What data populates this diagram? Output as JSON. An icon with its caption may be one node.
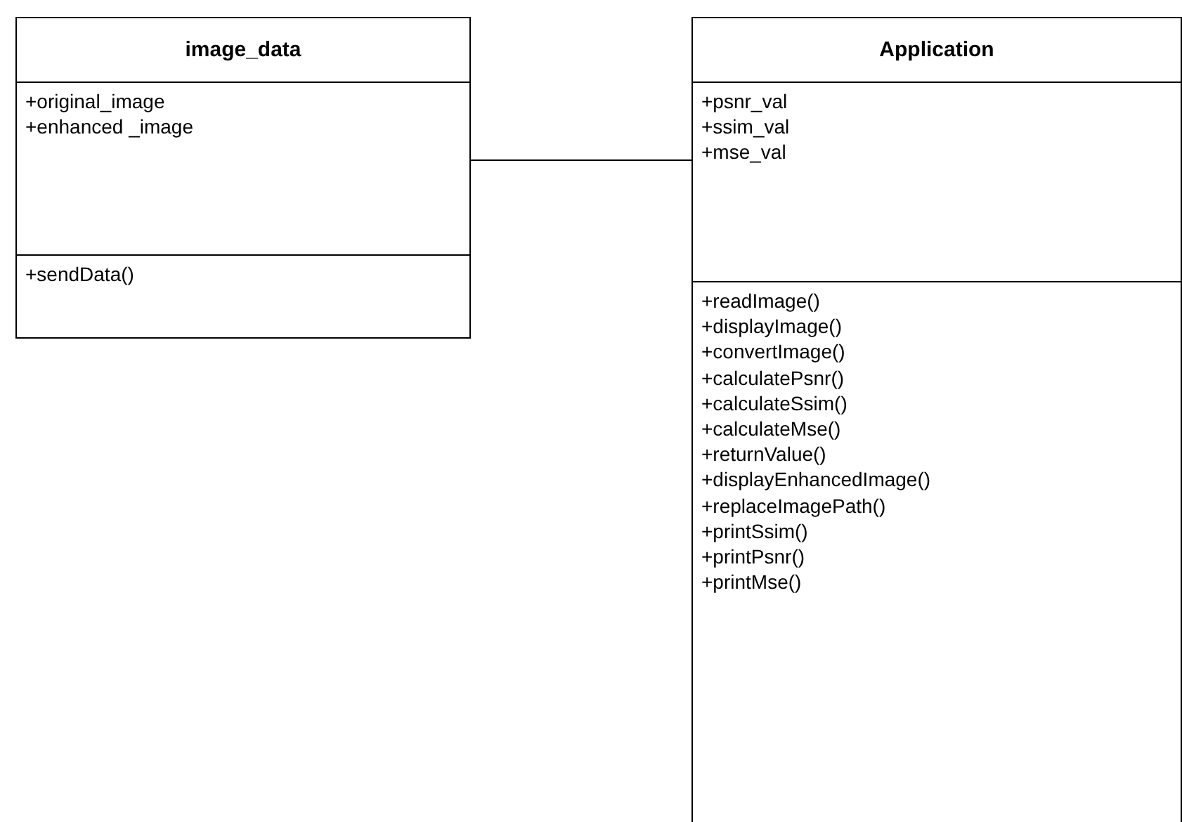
{
  "diagram": {
    "nodes": [
      {
        "text": [
          "image_data"
        ]
      },
      {
        "text": [
          "+original_image",
          "+enhanced _image"
        ],
        "in": 0
      },
      {
        "text": [
          "+sendData()"
        ],
        "in": 0
      },
      {
        "text": [
          "Application"
        ]
      },
      {
        "text": [
          "+psnr_val",
          "+ssim_val",
          "+mse_val"
        ],
        "in": 3
      },
      {
        "text": [
          "+readImage()",
          "+displayImage()",
          "+convertImage()",
          "+calculatePsnr()",
          "+calculateSsim()",
          "+calculateMse()",
          "+returnValue()",
          "+displayEnhancedImage()",
          "+replaceImagePath()",
          "+printSsim()",
          "+printPsnr()",
          "+printMse()"
        ],
        "in": 3
      }
    ],
    "edges": [
      {
        "from": 0,
        "to": 3,
        "arrow": "none"
      }
    ]
  }
}
